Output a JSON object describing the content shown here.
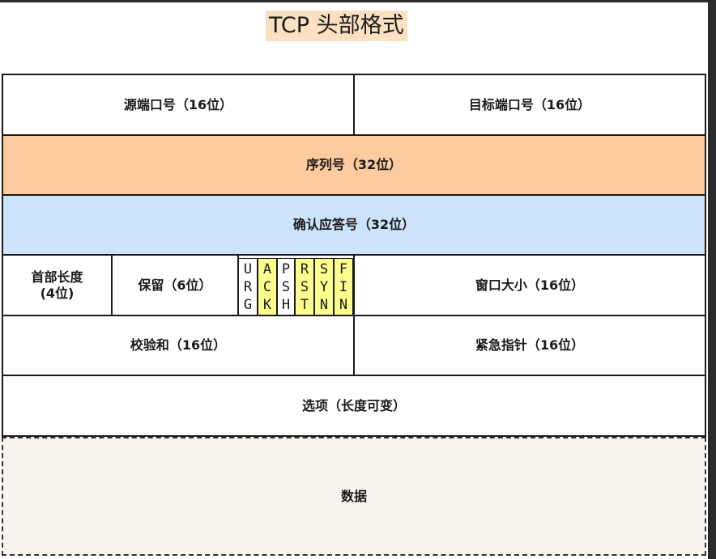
{
  "title": "TCP 头部格式",
  "rows": {
    "ports": {
      "src": "源端口号（16位）",
      "dst": "目标端口号（16位）"
    },
    "seq": "序列号（32位）",
    "ack": "确认应答号（32位）",
    "control": {
      "header_len_line1": "首部长度",
      "header_len_line2": "(4位)",
      "reserved": "保留（6位）",
      "window": "窗口大小（16位）"
    },
    "checksum_urgent": {
      "checksum": "校验和（16位）",
      "urgent": "紧急指针（16位）"
    },
    "options": "选项（长度可变）",
    "data": "数据"
  },
  "flags": [
    {
      "letters": [
        "U",
        "R",
        "G"
      ],
      "highlight": false
    },
    {
      "letters": [
        "A",
        "C",
        "K"
      ],
      "highlight": true
    },
    {
      "letters": [
        "P",
        "S",
        "H"
      ],
      "highlight": false
    },
    {
      "letters": [
        "R",
        "S",
        "T"
      ],
      "highlight": true
    },
    {
      "letters": [
        "S",
        "Y",
        "N"
      ],
      "highlight": true
    },
    {
      "letters": [
        "F",
        "I",
        "N"
      ],
      "highlight": true
    }
  ],
  "colors": {
    "title_bg": "#fce0c2",
    "seq_fill": "#fecb9f",
    "ack_fill": "#cde2fb",
    "flag_highlight": "#fdfd8e",
    "data_fill": "#f7f4ee"
  }
}
